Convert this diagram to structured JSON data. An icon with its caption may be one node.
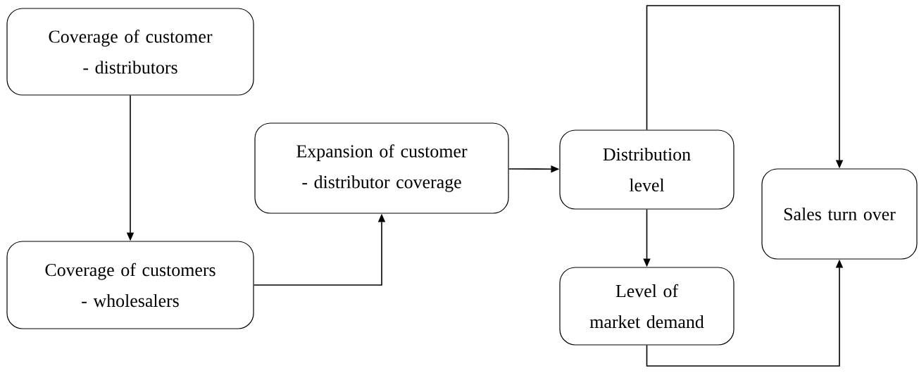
{
  "diagram": {
    "nodes": [
      {
        "text": [
          "Coverage of customer - distributors"
        ]
      },
      {
        "text": [
          "Coverage of customers - wholesalers"
        ]
      },
      {
        "text": [
          "Expansion of customer - distributor coverage"
        ]
      },
      {
        "text": [
          "Distribution level"
        ]
      },
      {
        "text": [
          "Sales turn over"
        ]
      },
      {
        "text": [
          "Level of market demand"
        ]
      }
    ],
    "edges": [
      {
        "from": 0,
        "to": 1,
        "arrow": "to"
      },
      {
        "from": 1,
        "to": 2,
        "arrow": "to"
      },
      {
        "from": 2,
        "to": 3,
        "arrow": "to"
      },
      {
        "from": 3,
        "to": 4,
        "arrow": "to"
      },
      {
        "from": 3,
        "to": 5,
        "arrow": "to"
      },
      {
        "from": 5,
        "to": 4,
        "arrow": "to"
      }
    ]
  }
}
